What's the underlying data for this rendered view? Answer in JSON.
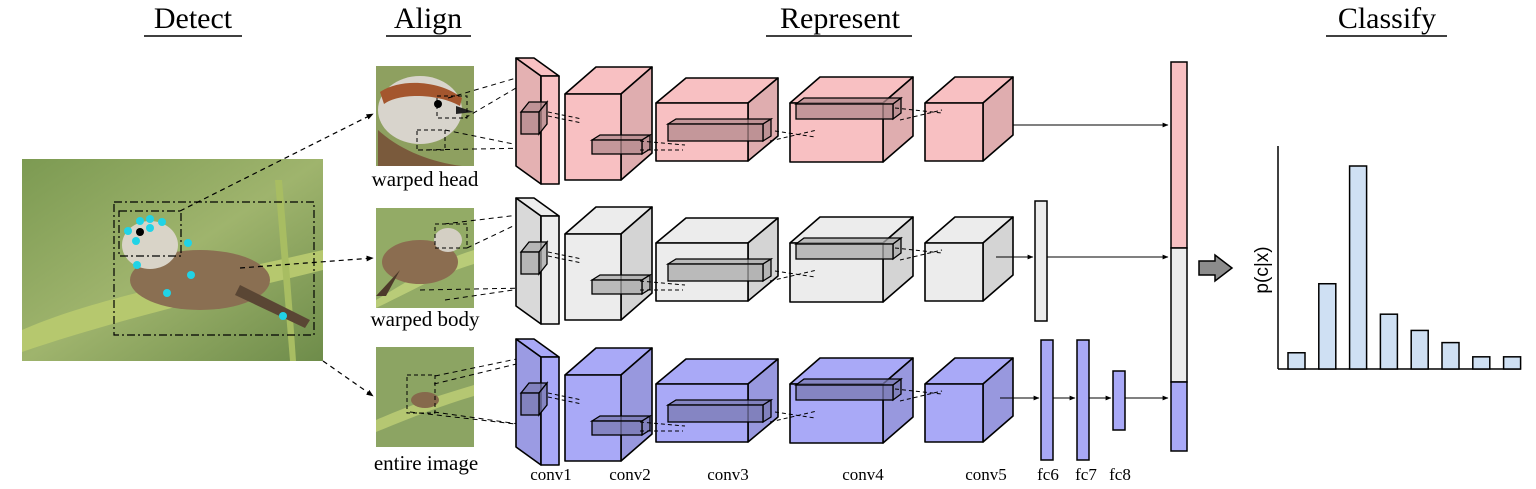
{
  "stages": {
    "detect": "Detect",
    "align": "Align",
    "represent": "Represent",
    "classify": "Classify"
  },
  "crops": {
    "head": "warped head",
    "body": "warped body",
    "image": "entire image"
  },
  "layers": {
    "conv1": "conv1",
    "conv2": "conv2",
    "conv3": "conv3",
    "conv4": "conv4",
    "conv5": "conv5",
    "fc6": "fc6",
    "fc7": "fc7",
    "fc8": "fc8"
  },
  "plot": {
    "ylabel": "p(c|x)",
    "values": [
      0.08,
      0.42,
      1.0,
      0.27,
      0.19,
      0.13,
      0.06,
      0.06
    ]
  },
  "colors": {
    "head": "#f8c0c2",
    "body": "#ececec",
    "image": "#a9a9f7",
    "bar": "#cfe0f3",
    "concat_head": "#f8c0c2",
    "concat_body": "#ececec",
    "concat_image": "#a9a9f7"
  }
}
